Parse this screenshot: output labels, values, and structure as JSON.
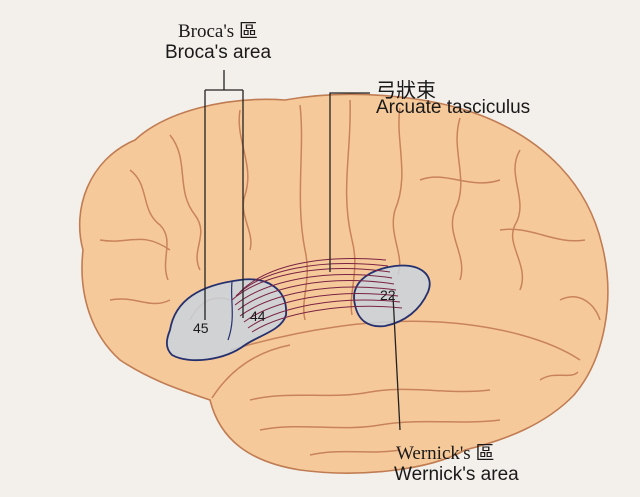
{
  "labels": {
    "broca_cn": "Broca's 區",
    "broca_en": "Broca's area",
    "arcuate_cn": "弓狀束",
    "arcuate_en": "Arcuate tasciculus",
    "wernicke_cn": "Wernick's 區",
    "wernicke_en": "Wernick's area"
  },
  "areas": {
    "a45": "45",
    "a44": "44",
    "a22": "22"
  },
  "colors": {
    "brain_fill": "#f6c99b",
    "sulcus": "#c8835a",
    "area_fill": "#c9d3dd",
    "area_stroke": "#25306e",
    "fiber": "#7a2342",
    "leader": "#222222"
  }
}
